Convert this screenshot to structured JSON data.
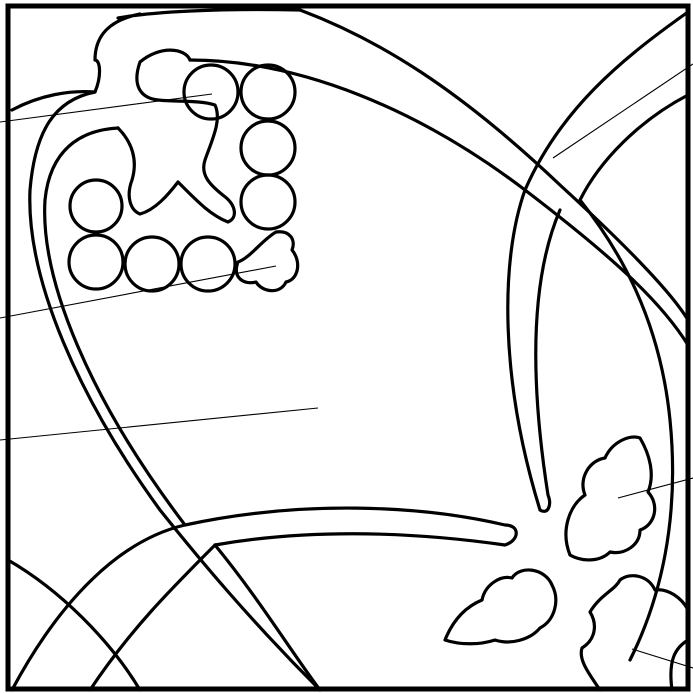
{
  "figure": {
    "background_color": "#ffffff",
    "line_color": "#000000",
    "regions": [
      {
        "id": "upper-left-scroll-circles",
        "shape": "chain of circles"
      },
      {
        "id": "small-leaf-end",
        "shape": "small trefoil leaf"
      },
      {
        "id": "central-lobe",
        "shape": "large rounded lobe"
      },
      {
        "id": "right-leaf",
        "shape": "serrated leaf"
      },
      {
        "id": "bottom-right-leaf",
        "shape": "notched lobe"
      }
    ],
    "callouts": [
      {
        "target": "upper-left-scroll-circles",
        "label": ""
      },
      {
        "target": "small-leaf-end",
        "label": ""
      },
      {
        "target": "central-lobe",
        "label": ""
      },
      {
        "target": "right-leaf",
        "label": ""
      },
      {
        "target": "bottom-right-leaf",
        "label": ""
      },
      {
        "target": "upper-right-arch",
        "label": ""
      }
    ]
  }
}
